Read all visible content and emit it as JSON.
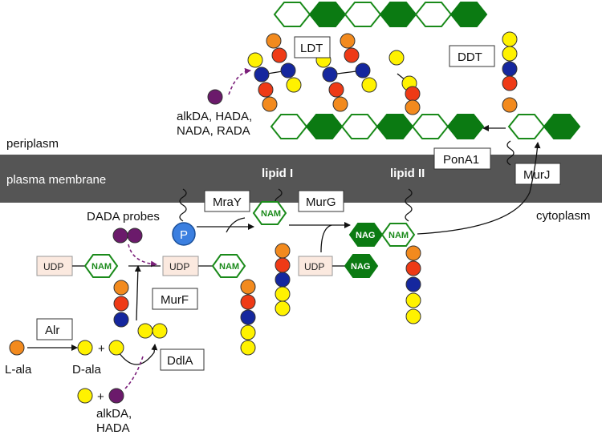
{
  "labels": {
    "periplasm": "periplasm",
    "plasma_membrane": "plasma membrane",
    "cytoplasm": "cytoplasm",
    "lipid_I": "lipid I",
    "lipid_II": "lipid II",
    "dada_probes": "DADA probes",
    "alkda_group_1": "alkDA, HADA,",
    "alkda_group_2": "NADA, RADA",
    "alkda_bottom_1": "alkDA,",
    "alkda_bottom_2": "HADA",
    "l_ala": "L-ala",
    "d_ala": "D-ala",
    "plus": "+",
    "phosphate": "P"
  },
  "enzymes": {
    "ldt": "LDT",
    "ddt": "DDT",
    "pona1": "PonA1",
    "murj": "MurJ",
    "mray": "MraY",
    "murg": "MurG",
    "murf": "MurF",
    "ddla": "DdlA",
    "alr": "Alr"
  },
  "sugars": {
    "nam": "NAM",
    "nag": "NAG",
    "udp": "UDP"
  },
  "colors": {
    "membrane": "#555555",
    "nam_green": "#1a8a1a",
    "nag_fill": "#0b7a12",
    "orange": "#f28a1e",
    "red": "#ee3a16",
    "blue": "#15279e",
    "yellow": "#fff200",
    "purple": "#6b1a6b",
    "phosphate": "#3b7fe0"
  }
}
